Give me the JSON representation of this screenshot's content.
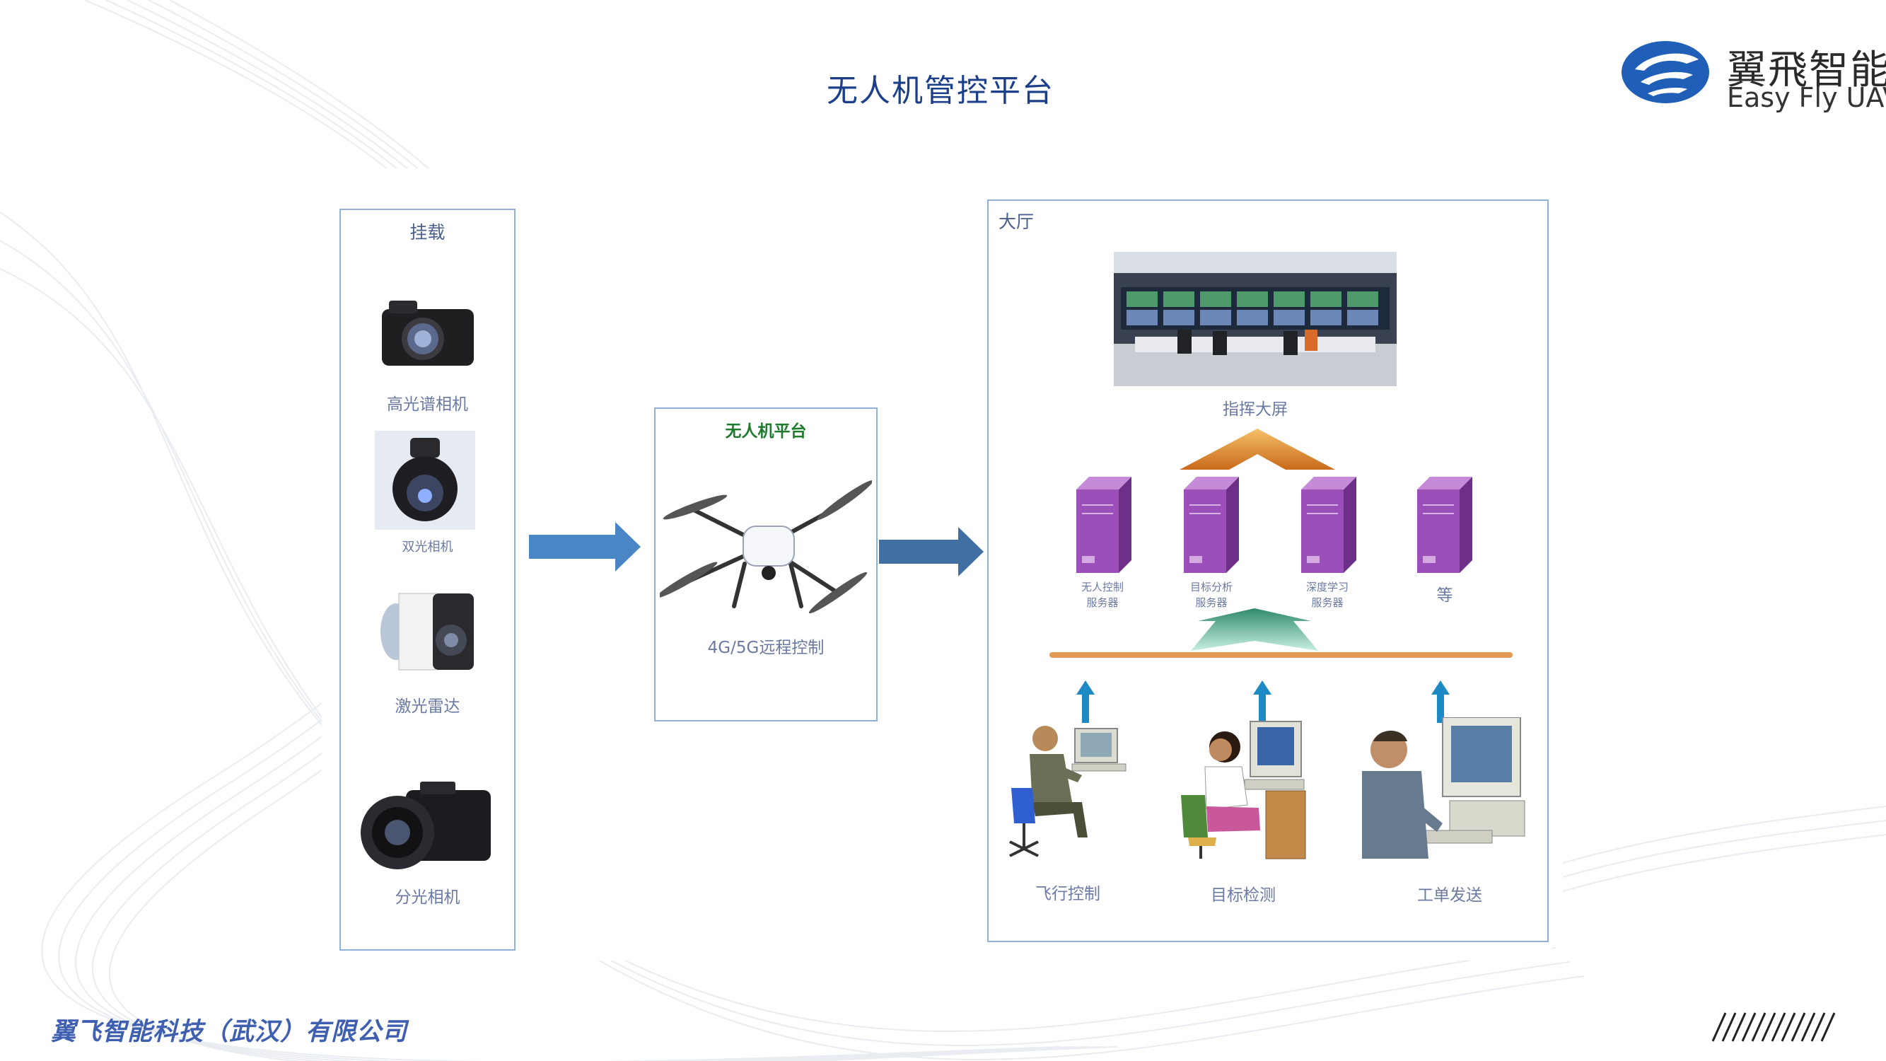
{
  "title": "无人机管控平台",
  "logo": {
    "cn": "翼飛智能",
    "en": "Easy Fly UAV",
    "color": "#1f5fb8"
  },
  "payload": {
    "title": "挂载",
    "items": [
      {
        "label": "高光谱相机",
        "icon": "hyperspectral-camera-icon"
      },
      {
        "label": "双光相机",
        "icon": "dual-light-camera-icon"
      },
      {
        "label": "激光雷达",
        "icon": "lidar-icon"
      },
      {
        "label": "分光相机",
        "icon": "spectral-camera-icon"
      }
    ]
  },
  "uav_platform": {
    "title": "无人机平台",
    "caption": "4G/5G远程控制",
    "icon": "drone-icon"
  },
  "hall": {
    "title": "大厅",
    "screen_label": "指挥大屏",
    "servers": [
      {
        "line1": "无人控制",
        "line2": "服务器"
      },
      {
        "line1": "目标分析",
        "line2": "服务器"
      },
      {
        "line1": "深度学习",
        "line2": "服务器"
      }
    ],
    "servers_more": "等",
    "operators": [
      {
        "label": "飞行控制",
        "icon": "flight-control-operator-icon"
      },
      {
        "label": "目标检测",
        "icon": "target-detection-operator-icon"
      },
      {
        "label": "工单发送",
        "icon": "work-order-operator-icon"
      }
    ]
  },
  "colors": {
    "title": "#1c3f8a",
    "box_border": "#8fb1d9",
    "arrow": "#4a7fc1",
    "server": "#9b4fb8",
    "uav_title": "#1f7a2e",
    "footer": "#3f5fb0"
  },
  "footer": {
    "company": "翼飞智能科技（武汉）有限公司"
  }
}
